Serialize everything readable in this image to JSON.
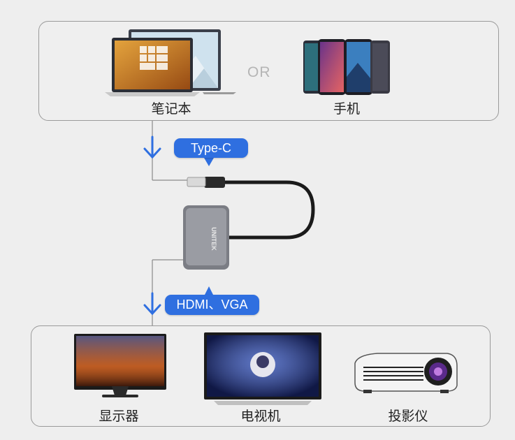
{
  "top": {
    "laptop_label": "笔记本",
    "or_text": "OR",
    "phone_label": "手机"
  },
  "connector_tags": {
    "input": "Type-C",
    "output": "HDMI、VGA"
  },
  "adapter": {
    "brand": "UNITEK"
  },
  "bottom": {
    "monitor_label": "显示器",
    "tv_label": "电视机",
    "projector_label": "投影仪"
  },
  "colors": {
    "accent_blue": "#2f6fe0",
    "panel_border": "#9a9a9a",
    "background": "#eeeeee"
  }
}
